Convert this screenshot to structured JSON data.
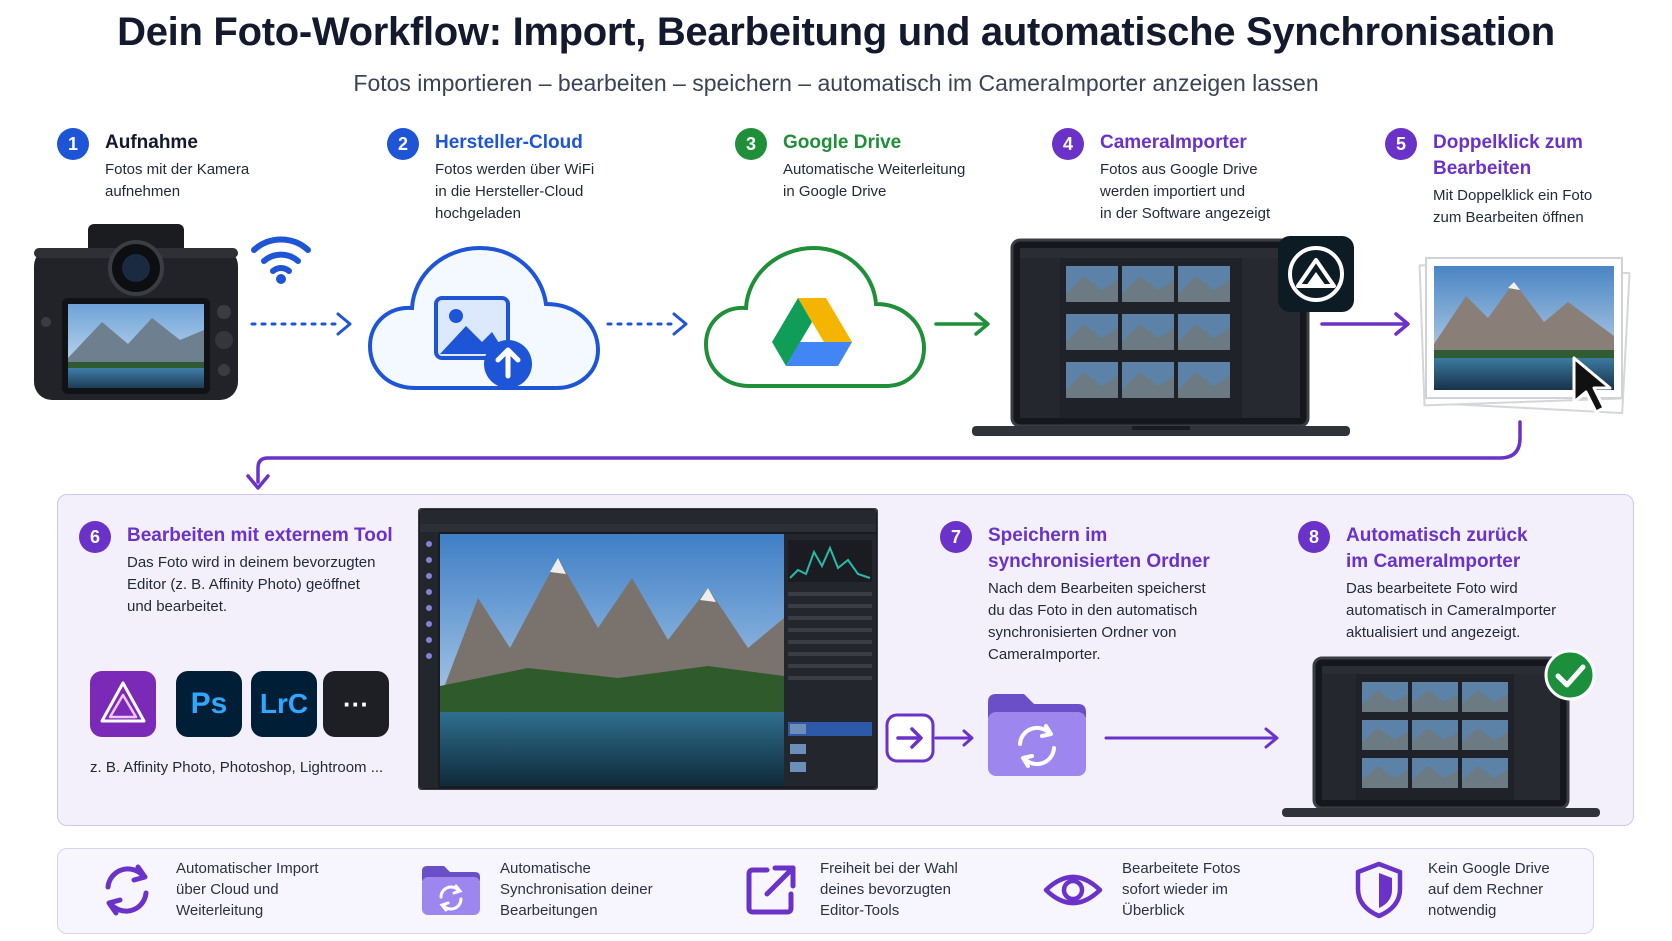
{
  "title": "Dein Foto-Workflow: Import, Bearbeitung und automatische Synchronisation",
  "subtitle": "Fotos importieren – bearbeiten – speichern – automatisch im CameraImporter anzeigen lassen",
  "steps": [
    {
      "num": "1",
      "title": "Aufnahme",
      "desc_lines": [
        "Fotos mit der Kamera",
        "aufnehmen"
      ]
    },
    {
      "num": "2",
      "title": "Hersteller-Cloud",
      "desc_lines": [
        "Fotos werden über WiFi",
        "in die Hersteller-Cloud",
        "hochgeladen"
      ]
    },
    {
      "num": "3",
      "title": "Google Drive",
      "desc_lines": [
        "Automatische Weiterleitung",
        "in Google Drive"
      ]
    },
    {
      "num": "4",
      "title": "CameraImporter",
      "desc_lines": [
        "Fotos aus Google Drive",
        "werden importiert und",
        "in der Software angezeigt"
      ]
    },
    {
      "num": "5",
      "title": "Doppelklick zum Bearbeiten",
      "desc_lines": [
        "Mit Doppelklick ein Foto",
        "zum Bearbeiten öffnen"
      ]
    },
    {
      "num": "6",
      "title": "Bearbeiten mit externem Tool",
      "desc_lines": [
        "Das Foto wird in deinem bevorzugten",
        "Editor (z. B. Affinity Photo) geöffnet",
        "und bearbeitet."
      ]
    },
    {
      "num": "7",
      "title_lines": [
        "Speichern im",
        "synchronisierten Ordner"
      ],
      "desc_lines": [
        "Nach dem Bearbeiten speicherst",
        "du das Foto in den automatisch",
        "synchronisierten Ordner von",
        "CameraImporter."
      ]
    },
    {
      "num": "8",
      "title_lines": [
        "Automatisch zurück",
        "im CameraImporter"
      ],
      "desc_lines": [
        "Das bearbeitete Foto wird",
        "automatisch in CameraImporter",
        "aktualisiert und angezeigt."
      ]
    }
  ],
  "tools": {
    "icons": [
      {
        "label": "",
        "bg": "#7b2ab8"
      },
      {
        "label": "Ps",
        "bg": "#001e36",
        "fg": "#31a8ff"
      },
      {
        "label": "LrC",
        "bg": "#001e36",
        "fg": "#31a8ff"
      },
      {
        "label": "···",
        "bg": "#1d1f24",
        "fg": "#ffffff"
      }
    ],
    "caption": "z. B. Affinity Photo, Photoshop, Lightroom ..."
  },
  "benefits": [
    {
      "icon": "sync-icon",
      "lines": [
        "Automatischer Import",
        "über Cloud und",
        "Weiterleitung"
      ]
    },
    {
      "icon": "sync-folder-icon",
      "lines": [
        "Automatische",
        "Synchronisation deiner",
        "Bearbeitungen"
      ]
    },
    {
      "icon": "external-link-icon",
      "lines": [
        "Freiheit bei der Wahl",
        "deines bevorzugten",
        "Editor-Tools"
      ]
    },
    {
      "icon": "eye-icon",
      "lines": [
        "Bearbeitete Fotos",
        "sofort wieder im",
        "Überblick"
      ]
    },
    {
      "icon": "shield-icon",
      "lines": [
        "Kein Google Drive",
        "auf dem Rechner",
        "notwendig"
      ]
    }
  ],
  "colors": {
    "blue": "#1e55d6",
    "green": "#1f8f3a",
    "purple": "#6a32c9",
    "panel": "#f3f0fc"
  }
}
